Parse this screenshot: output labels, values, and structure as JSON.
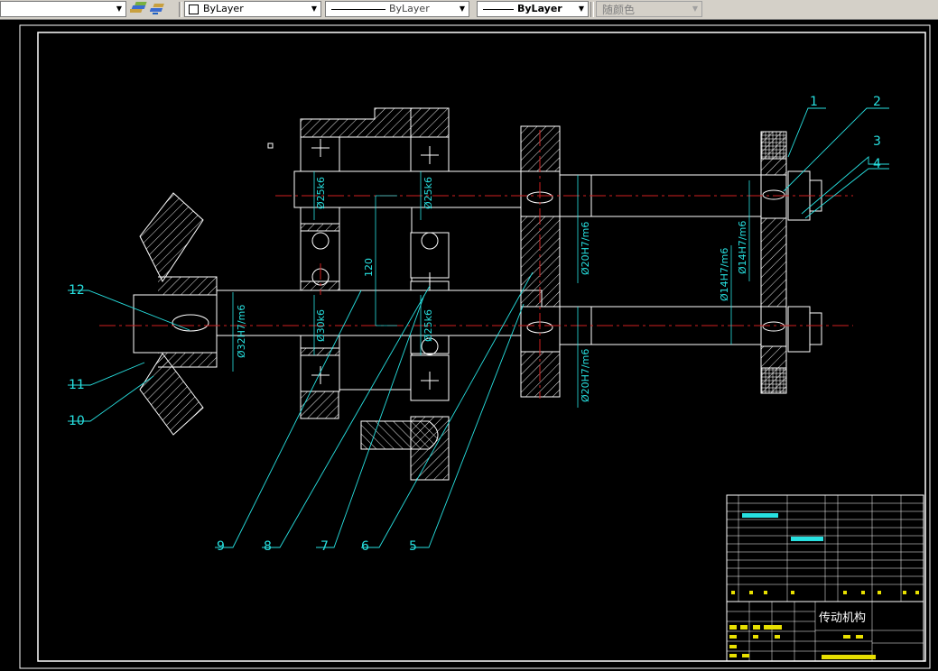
{
  "toolbar": {
    "color_value": "ByLayer",
    "linetype_value": "ByLayer",
    "lineweight_value": "ByLayer",
    "plotstyle_value": "随颜色",
    "layer_icon_1": "layers-icon",
    "layer_icon_2": "layer-previous-icon"
  },
  "drawing": {
    "dims": {
      "d1": "Ø25k6",
      "d2": "Ø25k6",
      "d3": "Ø30k6",
      "d4": "Ø25k6",
      "d5": "Ø32H7/m6",
      "d6": "Ø20H7/m6",
      "d7": "Ø20H7/m6",
      "d8": "Ø14H7/m6",
      "d9": "Ø14H7/m6",
      "center": "120"
    },
    "callouts": [
      "1",
      "2",
      "3",
      "4",
      "5",
      "6",
      "7",
      "8",
      "9",
      "10",
      "11",
      "12"
    ]
  },
  "title_block": {
    "title": "传动机构"
  }
}
